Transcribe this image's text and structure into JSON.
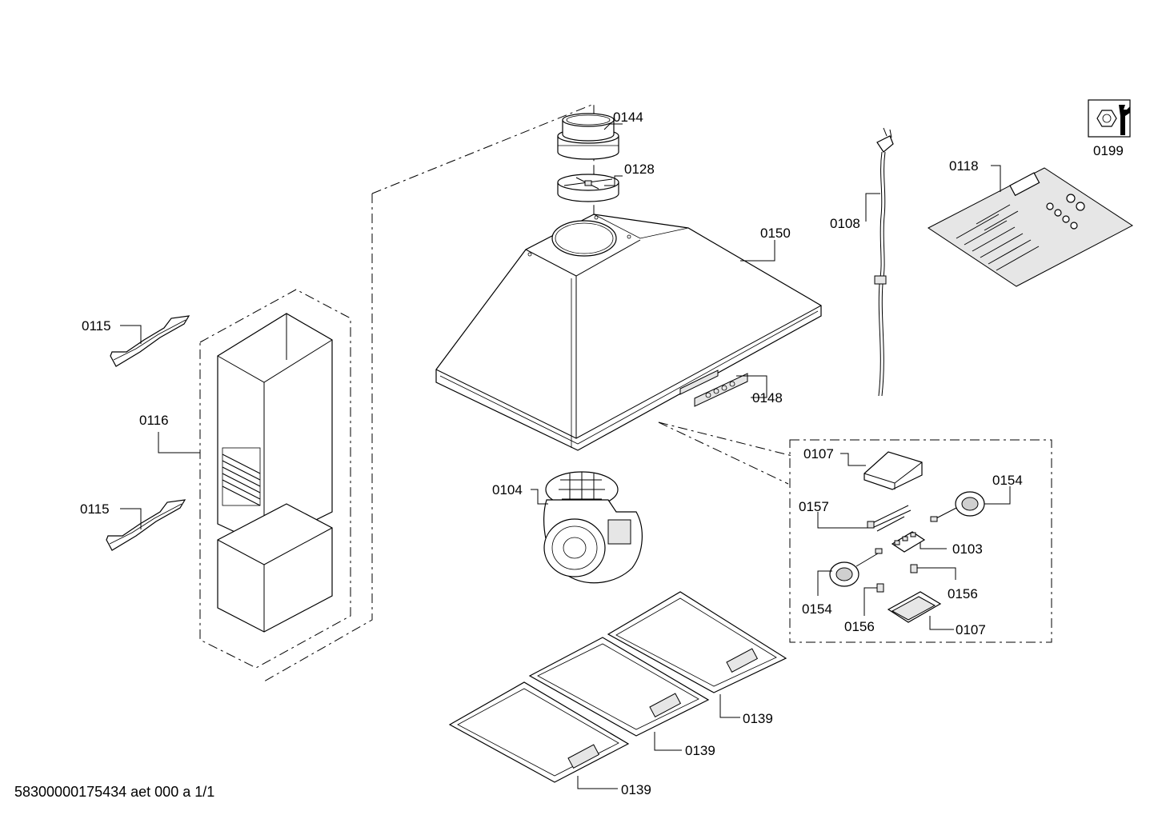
{
  "diagram": {
    "callouts": [
      {
        "id": "c0144",
        "text": "0144"
      },
      {
        "id": "c0128",
        "text": "0128"
      },
      {
        "id": "c0150",
        "text": "0150"
      },
      {
        "id": "c0148",
        "text": "0148"
      },
      {
        "id": "c0108",
        "text": "0108"
      },
      {
        "id": "c0118",
        "text": "0118"
      },
      {
        "id": "c0199",
        "text": "0199"
      },
      {
        "id": "c0115a",
        "text": "0115"
      },
      {
        "id": "c0116",
        "text": "0116"
      },
      {
        "id": "c0115b",
        "text": "0115"
      },
      {
        "id": "c0104",
        "text": "0104"
      },
      {
        "id": "c0107a",
        "text": "0107"
      },
      {
        "id": "c0154a",
        "text": "0154"
      },
      {
        "id": "c0157",
        "text": "0157"
      },
      {
        "id": "c0103",
        "text": "0103"
      },
      {
        "id": "c0156a",
        "text": "0156"
      },
      {
        "id": "c0154b",
        "text": "0154"
      },
      {
        "id": "c0156b",
        "text": "0156"
      },
      {
        "id": "c0107b",
        "text": "0107"
      },
      {
        "id": "c0139a",
        "text": "0139"
      },
      {
        "id": "c0139b",
        "text": "0139"
      },
      {
        "id": "c0139c",
        "text": "0139"
      }
    ],
    "footer": "58300000175434 aet 000 a 1/1"
  }
}
